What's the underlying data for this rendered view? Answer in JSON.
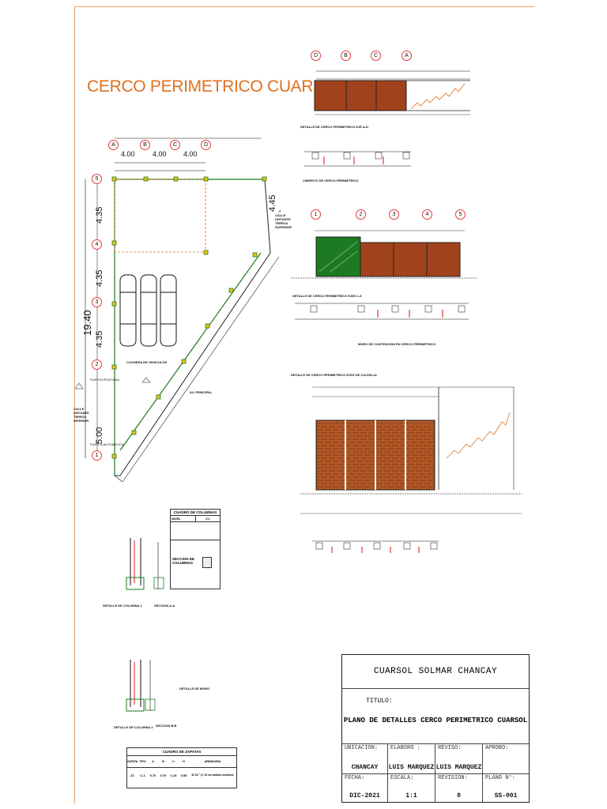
{
  "title": "CERCO PERIMETRICO CUARSOL",
  "plan": {
    "dims_top": [
      "4.00",
      "4.00",
      "4.00"
    ],
    "dims_left": [
      "4.35",
      "4.35",
      "4.35",
      "5.00"
    ],
    "dim_total": "19.40",
    "dim_right": "4.45",
    "axes_top": [
      "A",
      "B",
      "C",
      "D"
    ],
    "axes_left": [
      "5",
      "4",
      "3",
      "2",
      "1"
    ],
    "labels": {
      "cochera": "COCHERA DE VEHICULOS",
      "av": "AV. PRINCIPAL",
      "calle_sup": "CALLE DISTANTE TERRZA SUPERIOR",
      "calle_inf": "CALLE DISTANTE TERRZA INFERIOR",
      "puerta_peatonal": "PUERTA PEATONAL",
      "puerta_auto": "PUERTA AUTOMATICA"
    }
  },
  "details": {
    "ejes_ad": "DETALLE DE CERCO PERIMETRICO EJE A-D",
    "cimiento": "CIMIENTO DE CERCO PERIMETRICO",
    "ejes_15": "DETALLE DE CERCO PERIMETRICO EJES 1-5",
    "muro_contencion": "MURO DE CONTENCION EN CERCO PERIMETRICO",
    "ejes_cuchilla": "DETALLE DE CERCO PERIMETRICO EJES DE CUCHILLA",
    "columna1": "DETALLE DE COLUMNA 1",
    "seccion_aa": "SECCION A-A",
    "columna2": "DETALLE DE COLUMNA 2",
    "seccion_bb": "SECCION B-B",
    "muro": "DETALLE DE MURO",
    "axes_ad": [
      "D",
      "B",
      "C",
      "A"
    ],
    "axes_15": [
      "1",
      "2",
      "3",
      "4",
      "5"
    ]
  },
  "cuadro_columnas": {
    "title": "CUADRO DE COLUMNAS",
    "nivel": "NIVEL",
    "col": "C1",
    "seccion": "SECCION DE COLUMNAS"
  },
  "cuadro_zapatas": {
    "title": "CUADRO DE ZAPATAS",
    "headers": [
      "ZAPATA",
      "TIPO",
      "A",
      "B",
      "h",
      "H",
      "ARMADURA"
    ],
    "row": [
      "Z1",
      "C-1",
      "0.70",
      "0.70",
      "1.15",
      "0.55",
      "Ø 1/2\" @ 15 cm ambos sentidos"
    ]
  },
  "title_block": {
    "project": "CUARSOL SOLMAR CHANCAY",
    "titulo_label": "TITULO:",
    "titulo": "PLANO DE DETALLES CERCO PERIMETRICO CUARSOL",
    "ubicacion_label": "UBICACION:",
    "ubicacion": "CHANCAY",
    "elaboro_label": "ELABORO :",
    "elaboro": "LUIS MARQUEZ",
    "reviso_label": "REVISO:",
    "reviso": "LUIS MARQUEZ",
    "aprobo_label": "APROBO:",
    "aprobo": "",
    "fecha_label": "FECHA:",
    "fecha": "DIC-2021",
    "escala_label": "ESCALA:",
    "escala": "1:1",
    "revision_label": "REVISION:",
    "revision": "0",
    "plano_label": "PLANO N°:",
    "plano": "SS-001"
  },
  "colors": {
    "accent": "#e0701e",
    "brick": "#a0421c",
    "green": "#1e7a22",
    "axis_circle": "#e23a3a"
  }
}
